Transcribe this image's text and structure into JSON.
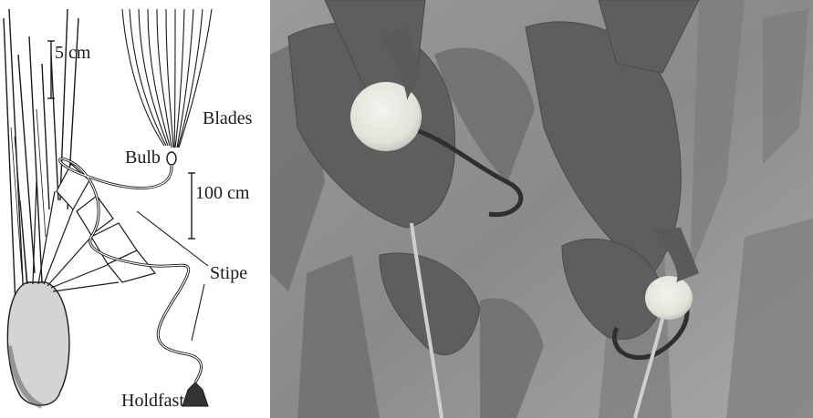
{
  "labels": {
    "scale_small": "5 cm",
    "blades": "Blades",
    "bulb": "Bulb",
    "scale_large": "100 cm",
    "stipe": "Stipe",
    "holdfast": "Holdfast"
  },
  "colors": {
    "ink": "#1a1a1a",
    "photo_background": "#8a8a8a",
    "float_bulb": "#e9e9e2"
  }
}
